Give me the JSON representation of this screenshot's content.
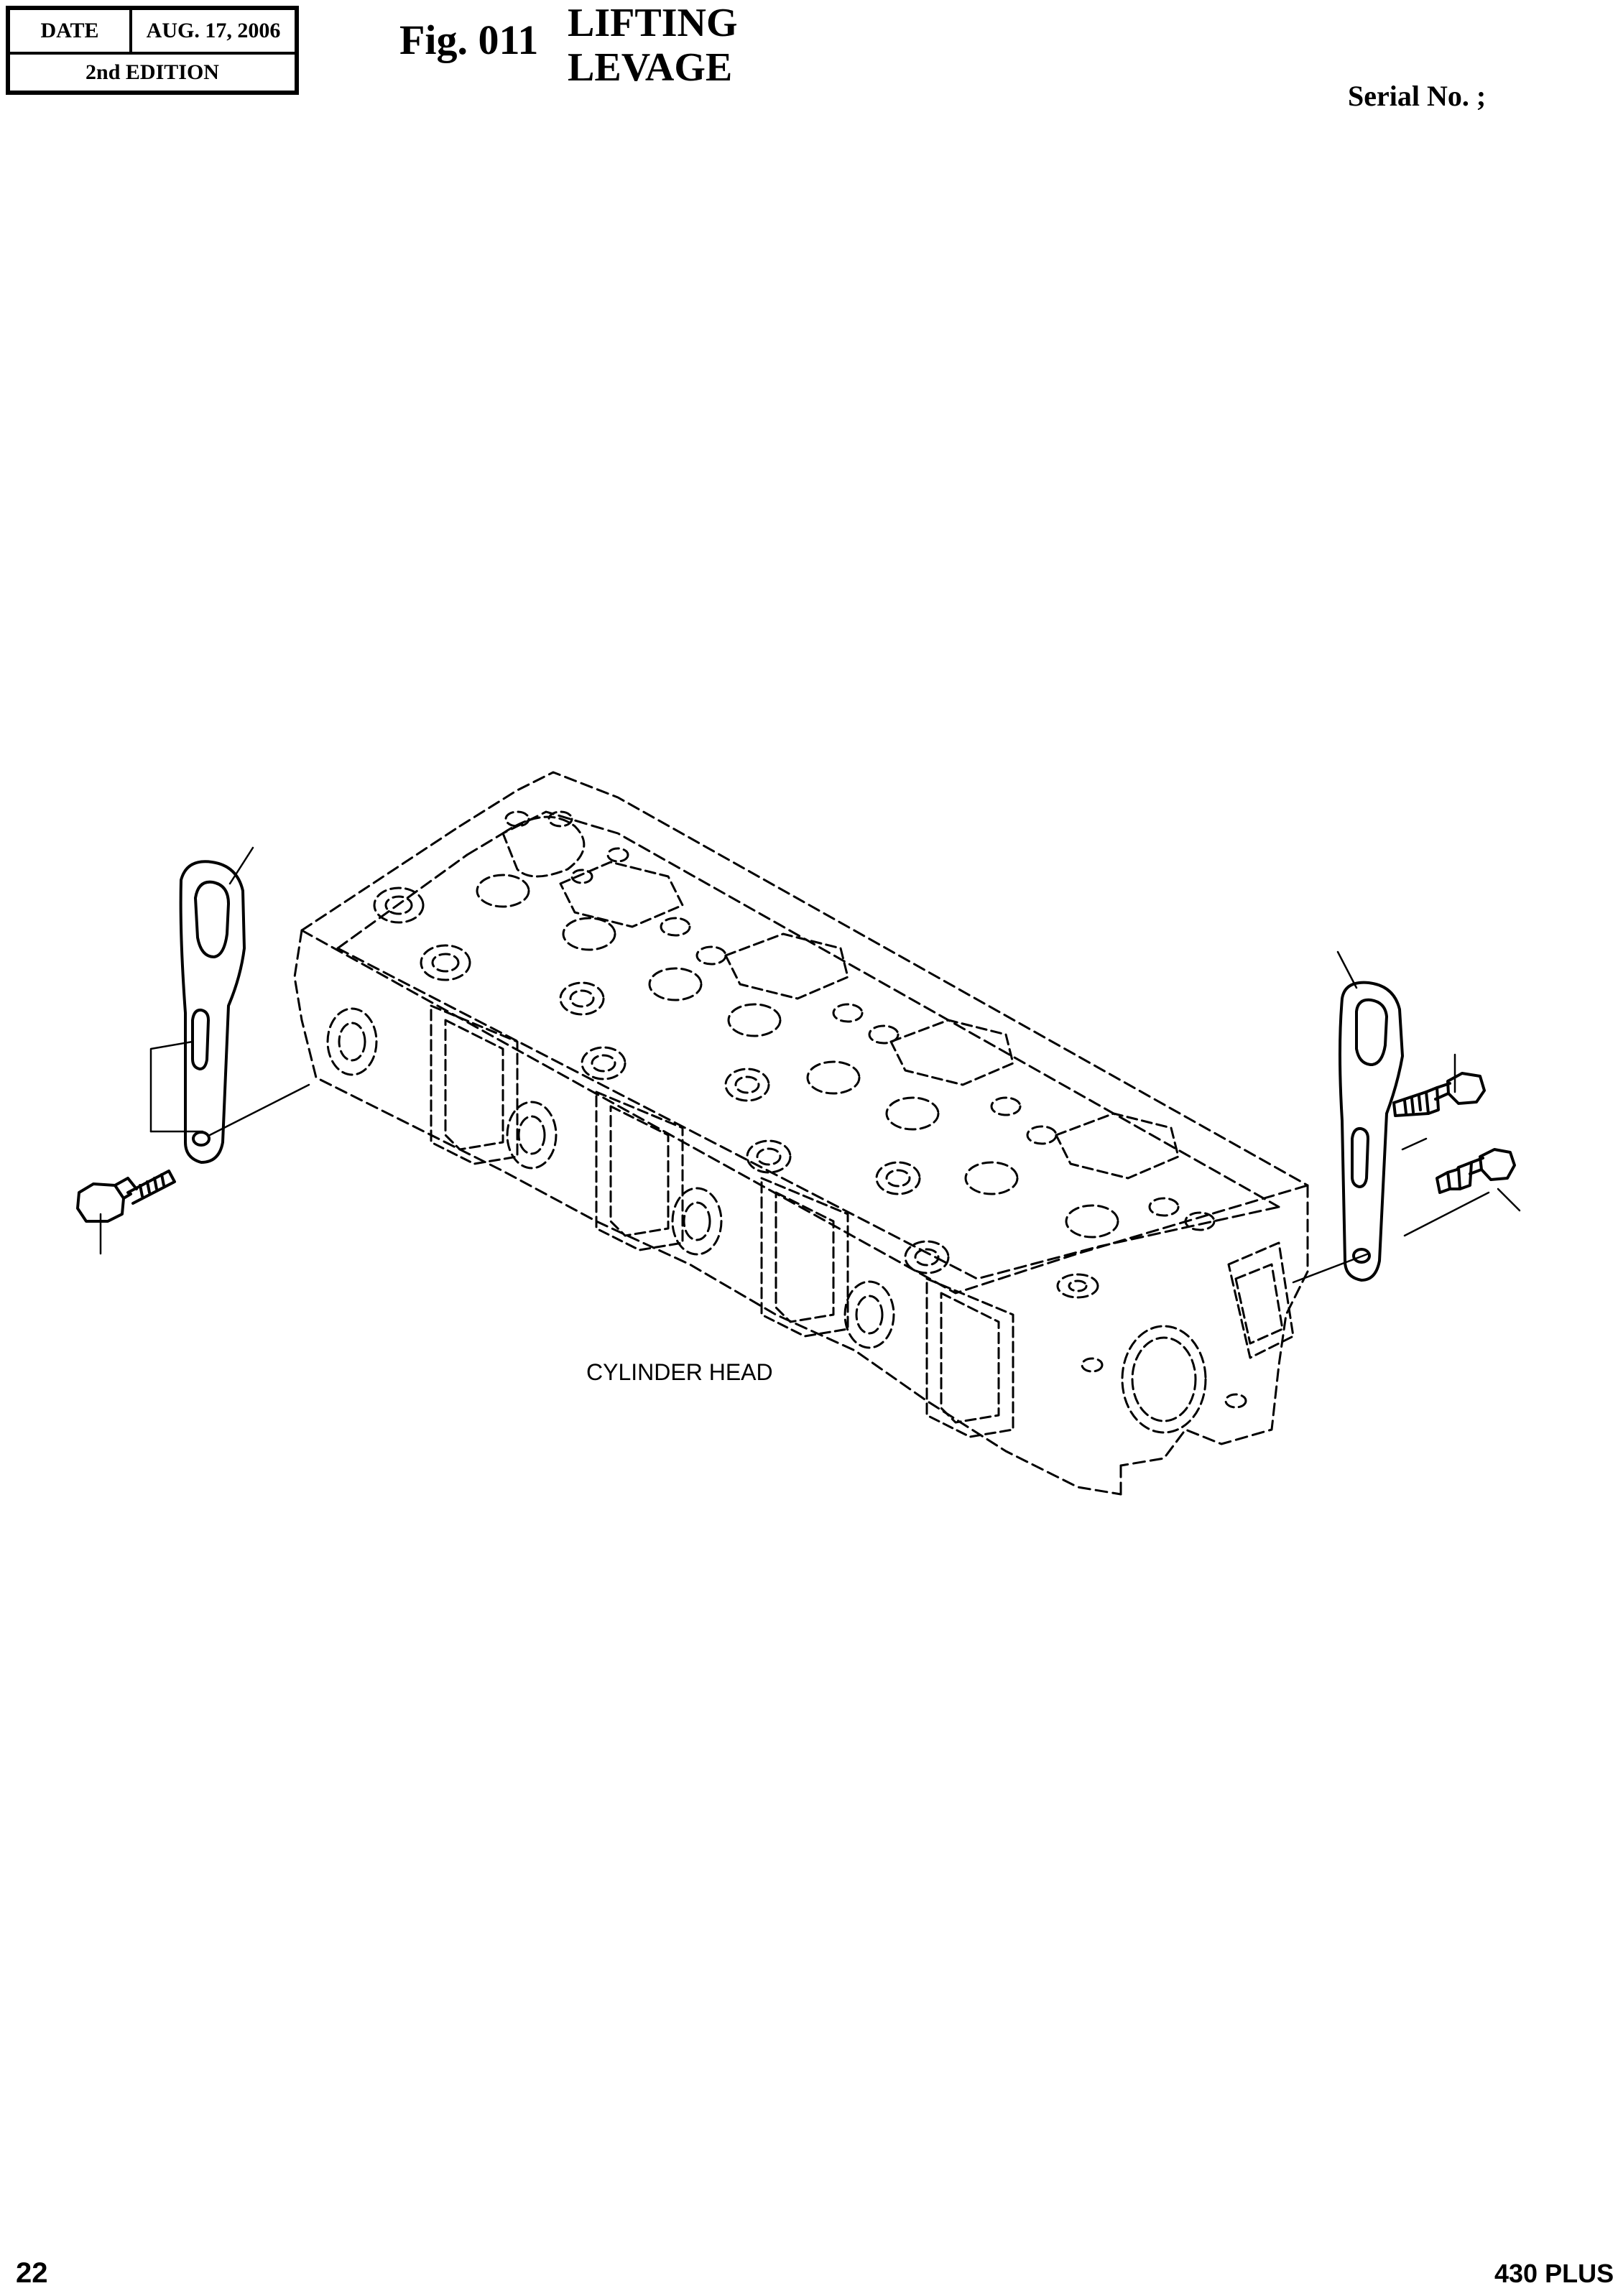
{
  "header": {
    "date_label": "DATE",
    "date_value": "AUG. 17, 2006",
    "edition": "2nd EDITION"
  },
  "figure": {
    "number": "Fig. 011",
    "title_en": "LIFTING",
    "title_fr": "LEVAGE"
  },
  "serial_label": "Serial No. ;",
  "drawing": {
    "caption": "CYLINDER HEAD"
  },
  "footer": {
    "page_number": "22",
    "model": "430 PLUS"
  }
}
